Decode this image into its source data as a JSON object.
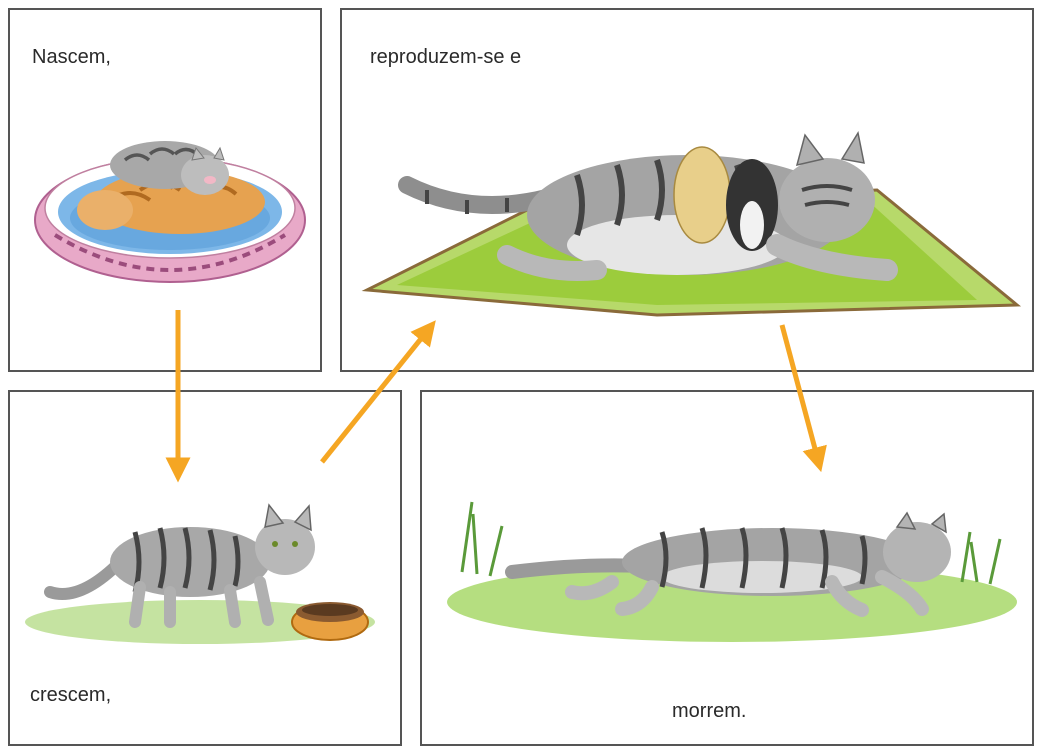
{
  "stages": [
    {
      "id": "born",
      "label": "Nascem,"
    },
    {
      "id": "reproduce",
      "label": "reproduzem-se e"
    },
    {
      "id": "grow",
      "label": "crescem,"
    },
    {
      "id": "die",
      "label": "morrem."
    }
  ],
  "colors": {
    "arrow": "#f5a623",
    "border": "#555555",
    "grass": "#9ccc3c",
    "fur": "#9a9a9a",
    "stripe": "#4a4a4a"
  },
  "icons": {
    "born": "kittens-in-bowl-illustration",
    "reproduce": "nursing-cat-illustration",
    "grow": "kitten-eating-illustration",
    "die": "lying-cat-illustration"
  }
}
